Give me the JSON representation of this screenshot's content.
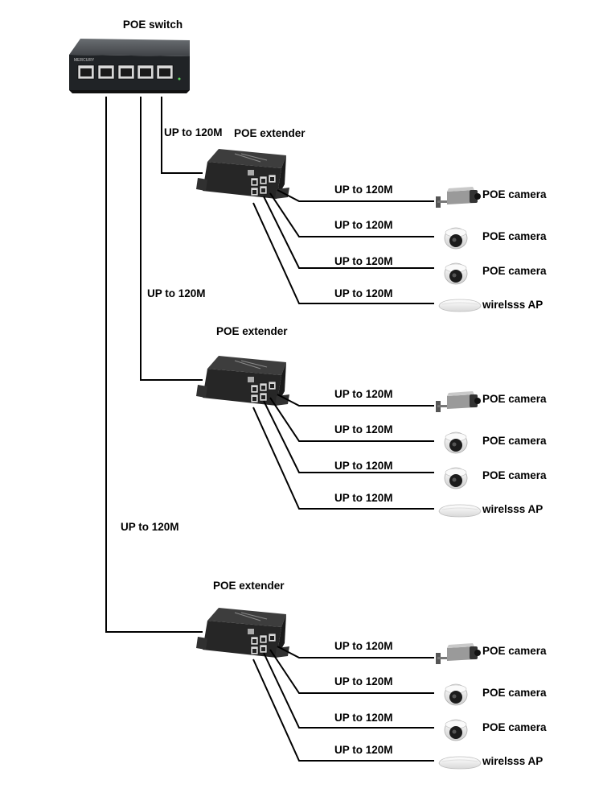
{
  "switch": {
    "title": "POE switch",
    "brand": "MERCURY"
  },
  "trunk_labels": [
    "UP to 120M",
    "UP to 120M",
    "UP to 120M"
  ],
  "extenders": [
    {
      "title": "POE extender",
      "devices": [
        {
          "type": "bullet-camera",
          "link": "UP to 120M",
          "label": "POE camera"
        },
        {
          "type": "dome-camera",
          "link": "UP to 120M",
          "label": "POE camera"
        },
        {
          "type": "dome-camera",
          "link": "UP to 120M",
          "label": "POE camera"
        },
        {
          "type": "wireless-ap",
          "link": "UP to 120M",
          "label": "wirelsss AP"
        }
      ]
    },
    {
      "title": "POE extender",
      "devices": [
        {
          "type": "bullet-camera",
          "link": "UP to 120M",
          "label": "POE camera"
        },
        {
          "type": "dome-camera",
          "link": "UP to 120M",
          "label": "POE camera"
        },
        {
          "type": "dome-camera",
          "link": "UP to 120M",
          "label": "POE camera"
        },
        {
          "type": "wireless-ap",
          "link": "UP to 120M",
          "label": "wirelsss AP"
        }
      ]
    },
    {
      "title": "POE extender",
      "devices": [
        {
          "type": "bullet-camera",
          "link": "UP to 120M",
          "label": "POE camera"
        },
        {
          "type": "dome-camera",
          "link": "UP to 120M",
          "label": "POE camera"
        },
        {
          "type": "dome-camera",
          "link": "UP to 120M",
          "label": "POE camera"
        },
        {
          "type": "wireless-ap",
          "link": "UP to 120M",
          "label": "wirelsss AP"
        }
      ]
    }
  ],
  "colors": {
    "device_body": "#2b2b2b",
    "device_top": "#3a3a3a",
    "wire": "#000000",
    "camera_white": "#eeeeee"
  }
}
